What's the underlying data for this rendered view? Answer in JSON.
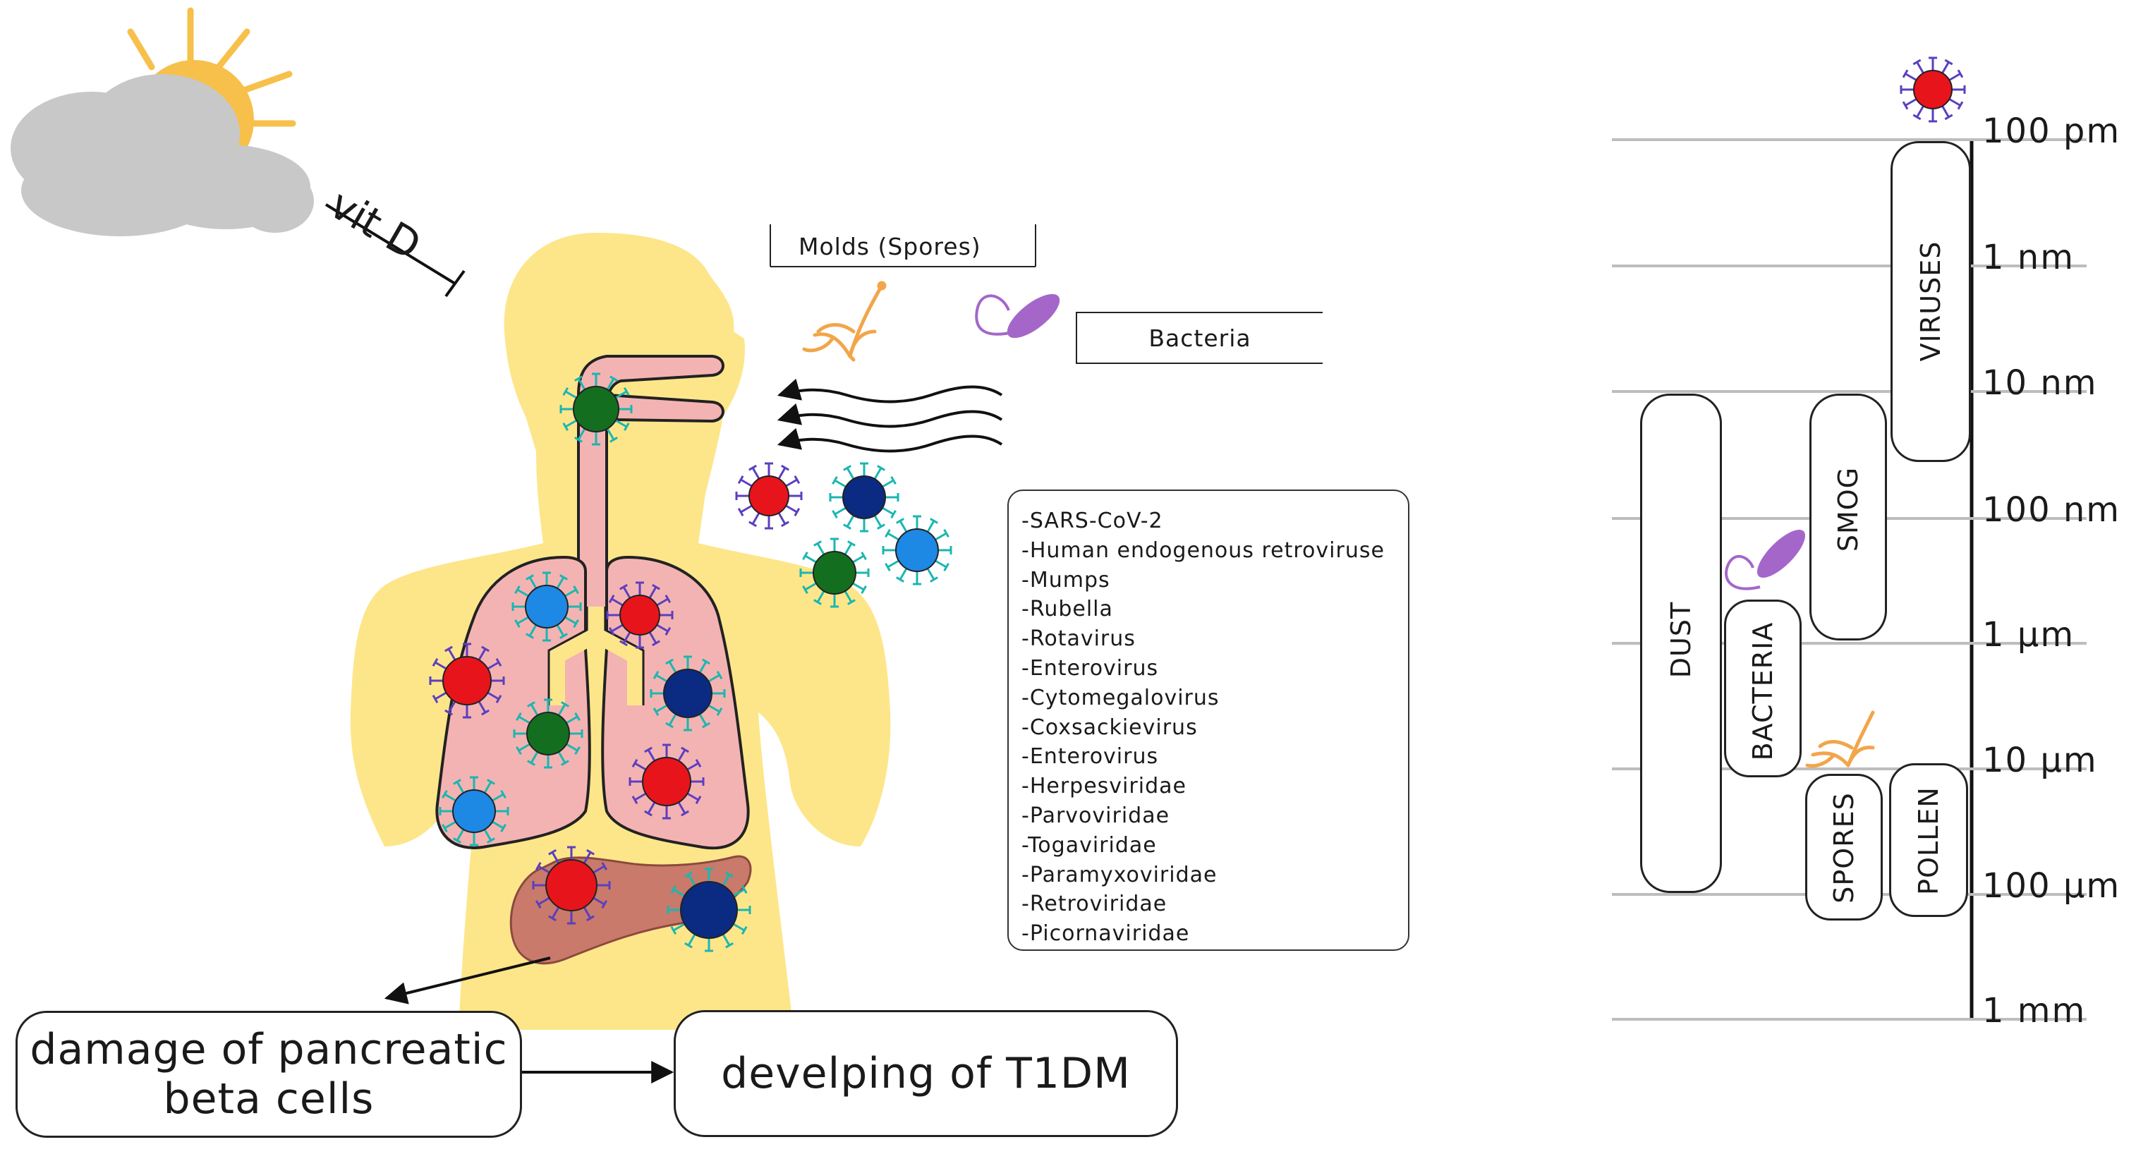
{
  "left_panel": {
    "vitamin_label": "vit D",
    "molds_label": "Molds (Spores)",
    "bacteria_label": "Bacteria",
    "virus_list": [
      "-SARS-CoV-2",
      "-Human endogenous retroviruse",
      "-Mumps",
      "-Rubella",
      "-Rotavirus",
      "-Enterovirus",
      "-Cytomegalovirus",
      "-Coxsackievirus",
      "-Enterovirus",
      "-Herpesviridae",
      "-Parvoviridae",
      "-Togaviridae",
      "-Paramyxoviridae",
      "-Retroviridae",
      "-Picornaviridae"
    ],
    "damage_box": {
      "line1": "damage of pancreatic",
      "line2": "beta cells"
    },
    "outcome_box": "develping of T1DM"
  },
  "size_scale": {
    "ticks": [
      "100 pm",
      "1 nm",
      "10 nm",
      "100 nm",
      "1 µm",
      "10 µm",
      "100 µm",
      "1 mm"
    ],
    "categories": [
      "VIRUSES",
      "SMOG",
      "DUST",
      "BACTERIA",
      "SPORES",
      "POLLEN"
    ]
  },
  "colors": {
    "skin": "#fde68a",
    "lung": "#f4b3b3",
    "pancreas": "#c97a6a",
    "sun": "#f7c04a",
    "cloud": "#c8c8c8",
    "virus_red": "#e8141b",
    "virus_navy": "#0b2a82",
    "virus_blue": "#1e88e5",
    "virus_green": "#136f1f",
    "bacteria": "#a467c9",
    "mold": "#f2a54a"
  }
}
